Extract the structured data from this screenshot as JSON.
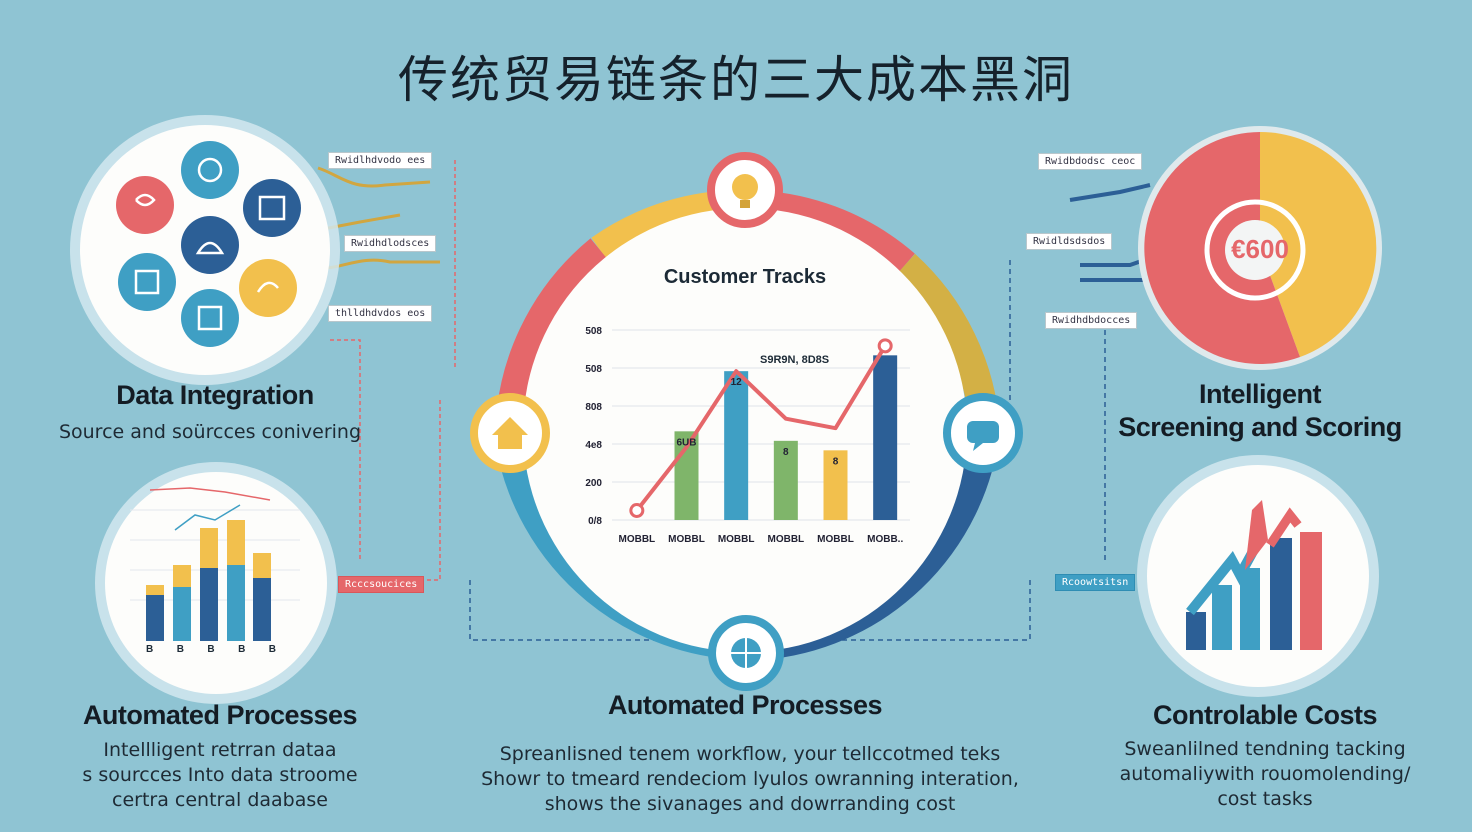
{
  "title": "传统贸易链条的三大成本黑洞",
  "sections": {
    "data_integration": {
      "heading": "Data Integration",
      "desc": "Source and soürcces conivering",
      "tags": [
        "Rwidlhdvodo ees",
        "Rwidhdlodsces",
        "thlldhdvdos eos"
      ]
    },
    "automated_left": {
      "heading": "Automated Processes",
      "desc_lines": [
        "Intellligent retrran  dataa",
        "s sourcces Into data stroome",
        "certra central daabase"
      ],
      "bar_labels": [
        "B",
        "B",
        "B",
        "B",
        "B"
      ]
    },
    "center_chart": {
      "title": "Customer Tracks",
      "legend_text": "S9R9N, 8D8S",
      "bar_labels": [
        "6UB",
        "12",
        "8",
        "8"
      ],
      "tag": "Rcccsoucices"
    },
    "automated_center": {
      "heading": "Automated Processes",
      "desc_lines": [
        "Spreanlisned tenem workflow, your tellccotmed teks",
        "Showr to tmeard rendeciom lyulos owranning interation,",
        "shows the sivanages and dowrranding cost"
      ]
    },
    "intelligent": {
      "heading_lines": [
        "Intelligent",
        "Screening and Scoring"
      ],
      "gauge_value": "€600",
      "tags": [
        "Rwidbdodsc ceoc",
        "Rwidldsdsdos",
        "Rwidhdbdocces"
      ]
    },
    "controlable": {
      "heading": "Controlable Costs",
      "desc_lines": [
        "Sweanlilned tendning tacking",
        "automaliywith rouomolending/",
        "cost tasks"
      ],
      "tag": "Rcoowtsitsn"
    }
  },
  "chart_data": {
    "type": "bar",
    "title": "Customer Tracks",
    "categories": [
      "MOBBL",
      "MOBBL",
      "MOBBL",
      "MOBBL",
      "MOBBL",
      "MOBB.."
    ],
    "y_ticks": [
      "0/8",
      "200",
      "4e8",
      "808",
      "508",
      "508"
    ],
    "series": [
      {
        "values": [
          0,
          280,
          470,
          250,
          220,
          520
        ]
      },
      {
        "type": "line",
        "values": [
          30,
          230,
          470,
          320,
          290,
          550
        ]
      }
    ],
    "bar_colors": [
      "#ffffff",
      "#7fb56a",
      "#3f9fc4",
      "#7fb56a",
      "#f2c04d",
      "#2c5f96"
    ],
    "ylim": [
      0,
      600
    ]
  },
  "colors": {
    "background": "#8fc4d3",
    "red": "#e5676a",
    "yellow": "#f2c04d",
    "blue": "#3f9fc4",
    "navy": "#2c5f96",
    "green": "#7fb56a"
  }
}
